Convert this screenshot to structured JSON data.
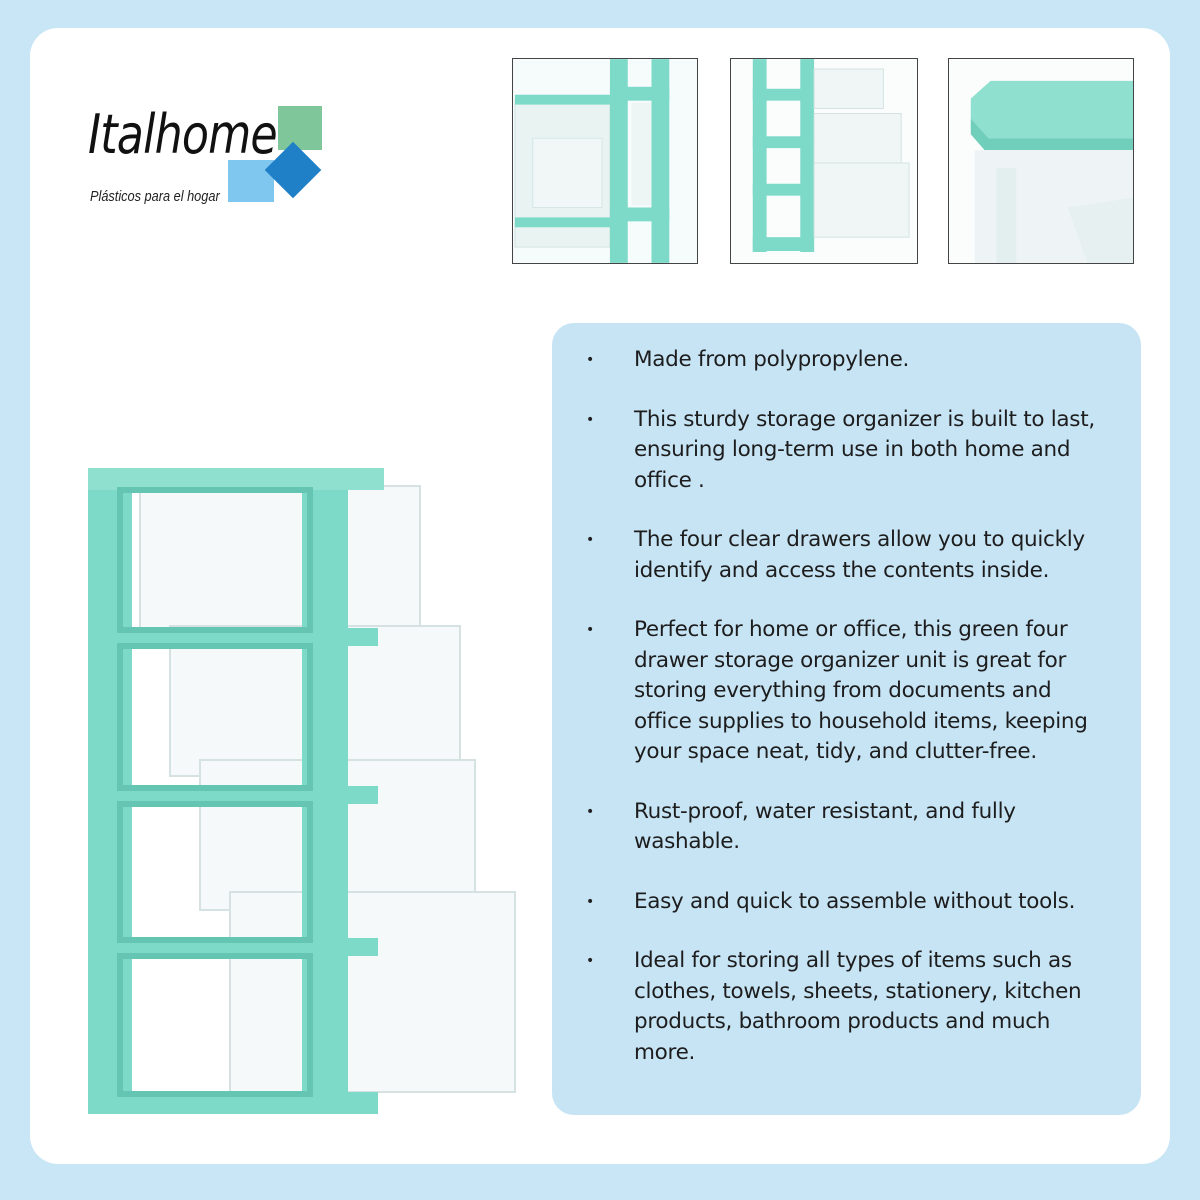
{
  "brand": {
    "name": "Italhome",
    "tagline": "Plásticos para el hogar"
  },
  "colors": {
    "background": "#c9e6f6",
    "card": "#ffffff",
    "feature_panel": "#c7e4f5",
    "frame_mint": "#7edac8"
  },
  "thumbnails": [
    {
      "icon": "drawer-closeup-image"
    },
    {
      "icon": "drawer-side-view-image"
    },
    {
      "icon": "top-corner-closeup-image"
    }
  ],
  "product": {
    "icon": "four-drawer-organizer-image",
    "drawer_count": 4
  },
  "features": [
    "Made from polypropylene.",
    "This sturdy storage organizer is built to last, ensuring long-term use in both home and office .",
    "The four clear drawers allow you to quickly identify and access the contents inside.",
    "Perfect for home or office, this green four drawer storage organizer unit is great for storing everything from documents and office supplies to household items, keeping your space neat, tidy, and clutter-free.",
    "Rust-proof, water resistant, and fully washable.",
    "Easy and quick to assemble without tools.",
    "Ideal for storing all types of items such as clothes, towels, sheets, stationery, kitchen products, bathroom products and much more."
  ]
}
